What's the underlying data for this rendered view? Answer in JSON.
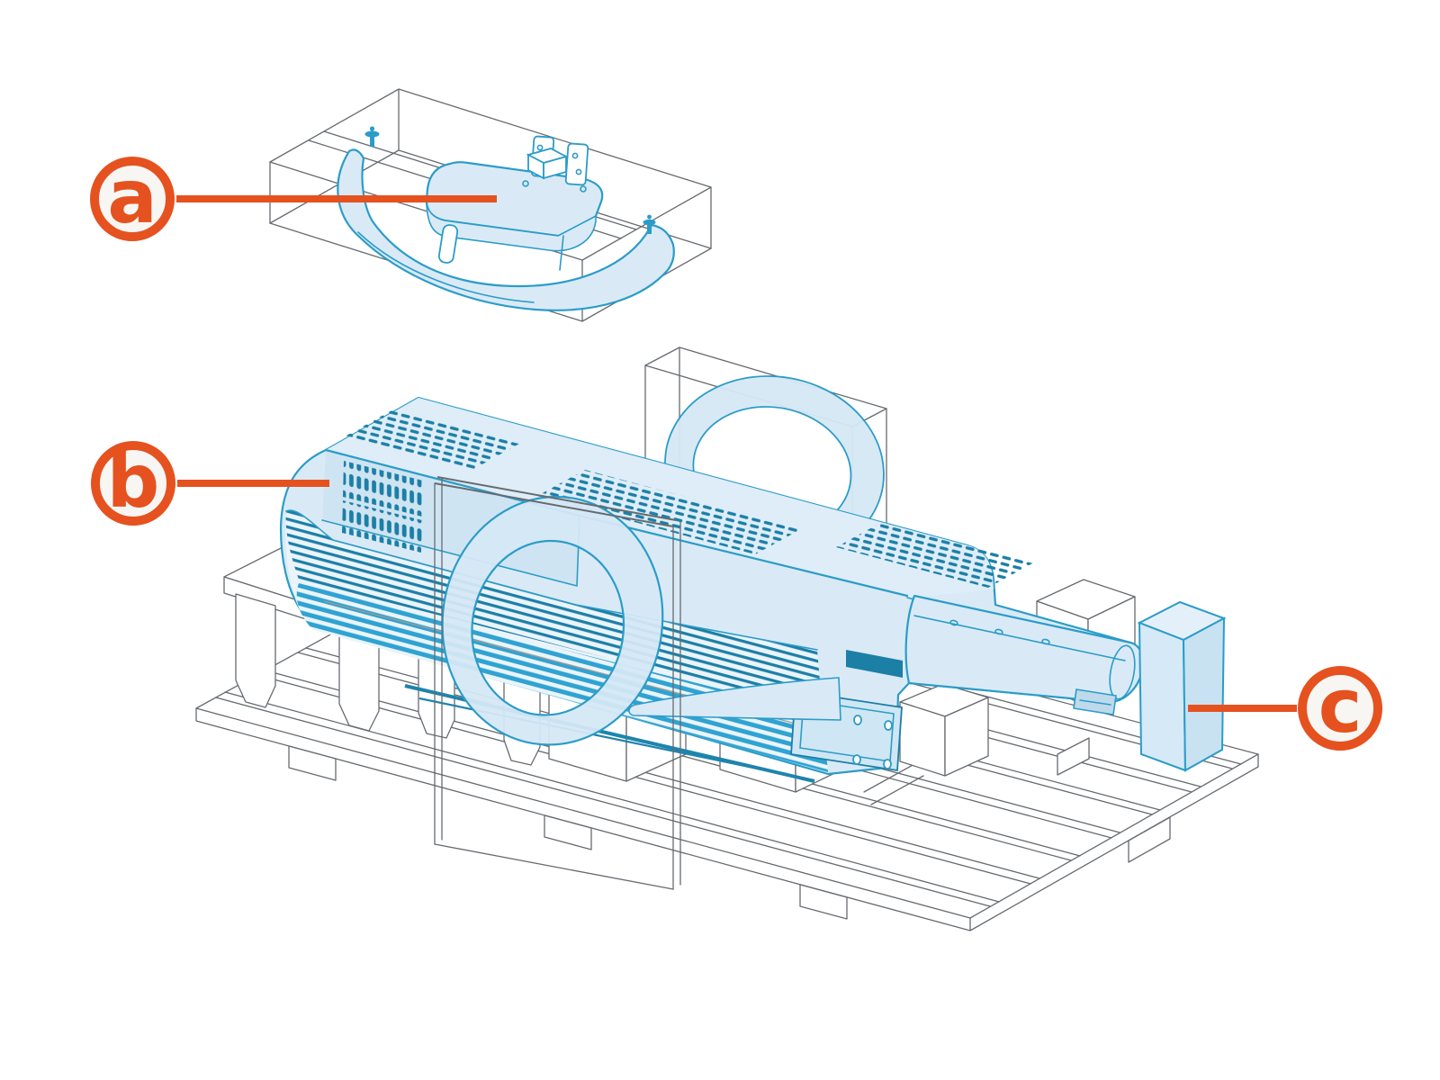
{
  "illustration": {
    "callouts": {
      "a": {
        "label": "a"
      },
      "b": {
        "label": "b"
      },
      "c": {
        "label": "c"
      }
    },
    "colors": {
      "accent_orange": "#E5521F",
      "marker_fill": "#F7F6F3",
      "part_stroke": "#2B9CC8",
      "part_fill": "#D9EAF6",
      "part_fill_light": "#DEEDF8",
      "part_fill_shade": "#CFE4F2",
      "vent_dark": "#1B7FA6",
      "stripe_bright": "#2FA3D2",
      "wireframe_gray": "#666B70",
      "background": "#FFFFFF"
    }
  }
}
